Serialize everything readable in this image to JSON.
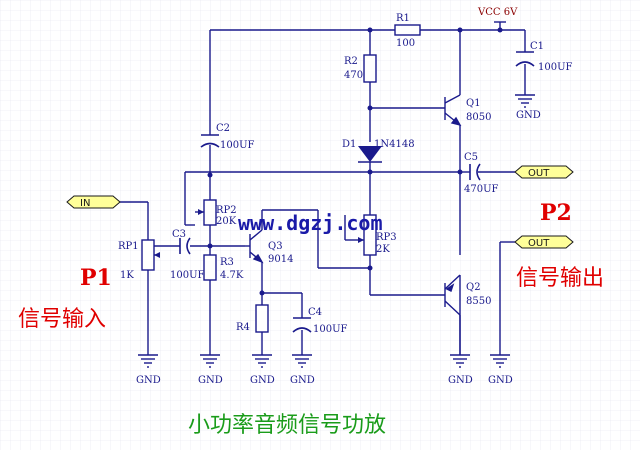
{
  "title": "小功率音频信号功放",
  "watermark": "www.dgzj.com",
  "power": {
    "label": "VCC 6V"
  },
  "ports": {
    "in": "IN",
    "out1": "OUT",
    "out2": "OUT",
    "p1": "P1",
    "p1_desc": "信号输入",
    "p2": "P2",
    "p2_desc": "信号输出"
  },
  "components": {
    "R1": {
      "ref": "R1",
      "value": "100"
    },
    "R2": {
      "ref": "R2",
      "value": "470"
    },
    "R3": {
      "ref": "R3",
      "value": "4.7K"
    },
    "R4": {
      "ref": "R4"
    },
    "RP1": {
      "ref": "RP1",
      "value": "1K"
    },
    "RP2": {
      "ref": "RP2",
      "value": "20K"
    },
    "RP3": {
      "ref": "RP3",
      "value": "2K"
    },
    "C1": {
      "ref": "C1",
      "value": "100UF"
    },
    "C2": {
      "ref": "C2",
      "value": "100UF"
    },
    "C3": {
      "ref": "C3",
      "value": "100UF"
    },
    "C4": {
      "ref": "C4",
      "value": "100UF"
    },
    "C5": {
      "ref": "C5",
      "value": "470UF"
    },
    "D1": {
      "ref": "D1",
      "value": "1N4148"
    },
    "Q1": {
      "ref": "Q1",
      "value": "8050"
    },
    "Q2": {
      "ref": "Q2",
      "value": "8550"
    },
    "Q3": {
      "ref": "Q3",
      "value": "9014"
    }
  },
  "ground_label": "GND",
  "colors": {
    "wire": "#1a1a8c",
    "accent_red": "#e00000",
    "title_green": "#1a9c1a",
    "grid": "#cfcfe0",
    "port_fill": "#ffff99"
  }
}
